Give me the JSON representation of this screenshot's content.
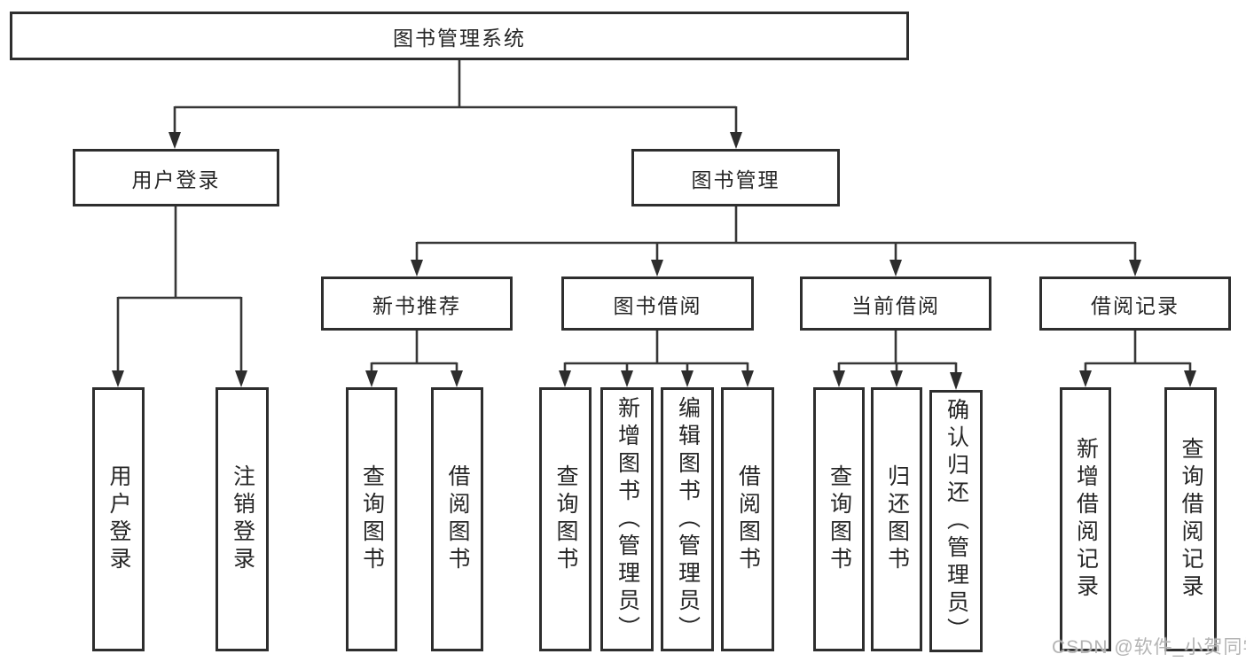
{
  "tree": {
    "label": "图书管理系统",
    "children": [
      {
        "label": "用户登录",
        "children": [
          {
            "label": "用户登录"
          },
          {
            "label": "注销登录"
          }
        ]
      },
      {
        "label": "图书管理",
        "children": [
          {
            "label": "新书推荐",
            "children": [
              {
                "label": "查询图书"
              },
              {
                "label": "借阅图书"
              }
            ]
          },
          {
            "label": "图书借阅",
            "children": [
              {
                "label": "查询图书"
              },
              {
                "label": "新增图书（管理员）"
              },
              {
                "label": "编辑图书（管理员）"
              },
              {
                "label": "借阅图书"
              }
            ]
          },
          {
            "label": "当前借阅",
            "children": [
              {
                "label": "查询图书"
              },
              {
                "label": "归还图书"
              },
              {
                "label": "确认归还（管理员）"
              }
            ]
          },
          {
            "label": "借阅记录",
            "children": [
              {
                "label": "新增借阅记录"
              },
              {
                "label": "查询借阅记录"
              }
            ]
          }
        ]
      }
    ]
  },
  "watermark": {
    "text": "CSDN @软件_小贺同学"
  },
  "colors": {
    "background": "#ffffff",
    "box_border": "#2e2e2e",
    "line": "#373737",
    "text": "#262626",
    "watermark": "#b0b0b0"
  }
}
